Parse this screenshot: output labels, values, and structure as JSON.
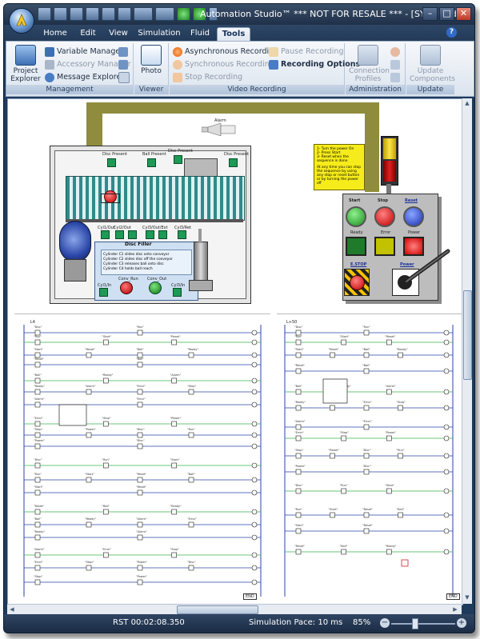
{
  "window": {
    "title": "Automation Studio™   *** NOT FOR RESALE ***   - [SYN - Ladder (Siem..."
  },
  "menu_tabs": [
    {
      "label": "Home",
      "active": false
    },
    {
      "label": "Edit",
      "active": false
    },
    {
      "label": "View",
      "active": false
    },
    {
      "label": "Simulation",
      "active": false
    },
    {
      "label": "Fluid",
      "active": false
    },
    {
      "label": "Tools",
      "active": true
    }
  ],
  "ribbon": {
    "management": {
      "label": "Management",
      "project_explorer": "Project Explorer",
      "variable_manager": "Variable Manager",
      "accessory_manager": "Accessory Manager",
      "message_explorer": "Message Explorer"
    },
    "viewer": {
      "label": "Viewer",
      "photo": "Photo"
    },
    "video_recording": {
      "label": "Video Recording",
      "asynchronous_recording": "Asynchronous Recording",
      "synchronous_recording": "Synchronous Recording",
      "stop_recording": "Stop Recording",
      "pause_recording": "Pause Recording",
      "recording_options": "Recording Options"
    },
    "administration": {
      "label": "Administration",
      "connection_profiles": "Connection Profiles"
    },
    "update": {
      "label": "Update",
      "update_components": "Update Components"
    }
  },
  "diagram": {
    "alarm_label": "Alarm",
    "disc_filler_title": "Disc Filler",
    "disc_filler_lines": [
      "Cylinder C1 slides disc onto conveyor",
      "Cylinder C2 slides disc off the conveyor",
      "Cylinder C3 releases ball onto disc",
      "Cylinder C4 holds ball reach"
    ],
    "sensors": [
      "Disc Present",
      "Ball Present",
      "Disc Present",
      "Disc Present",
      "Cyl1/Out",
      "Cyl2/Out",
      "Cyl3/Out/Ext",
      "Cyl3/Ret",
      "Cyl1/In",
      "Cyl3/In"
    ],
    "conv_run": "Conv_Run",
    "conv_out": "Conv_Out",
    "instructions": [
      "1- Turn the power On",
      "2- Press Start",
      "3- Reset when the sequence is done",
      "",
      "At any time you can stop the sequence by using any stop or reset button or by turning the power off"
    ],
    "panel": {
      "start": "Start",
      "stop": "Stop",
      "reset": "Reset",
      "ready": "Ready",
      "error": "Error",
      "power_lamp": "Power",
      "estop": "E.STOP",
      "power": "Power"
    },
    "rung_tags": [
      "Disc",
      "Run",
      "Start",
      "Reset",
      "Ball",
      "Ready",
      "Alarm",
      "Error",
      "Stop",
      "Power"
    ],
    "ladder_left_header": "L4",
    "ladder_right_header": "L+50",
    "end_label": "END"
  },
  "status": {
    "time": "RST 00:02:08.350",
    "simulation_pace": "Simulation Pace: 10 ms",
    "zoom": "85%"
  },
  "colors": {
    "title_bg": "#1f3049",
    "ribbon_bg": "#dbe4ee",
    "duct_olive": "#8f8d3d",
    "conveyor_teal": "#2f8b8c",
    "sensor_green": "#1d9a55",
    "note_yellow": "#f7ec1b",
    "ladder_blue": "#2a44a8",
    "rung_green": "#38b44a"
  }
}
